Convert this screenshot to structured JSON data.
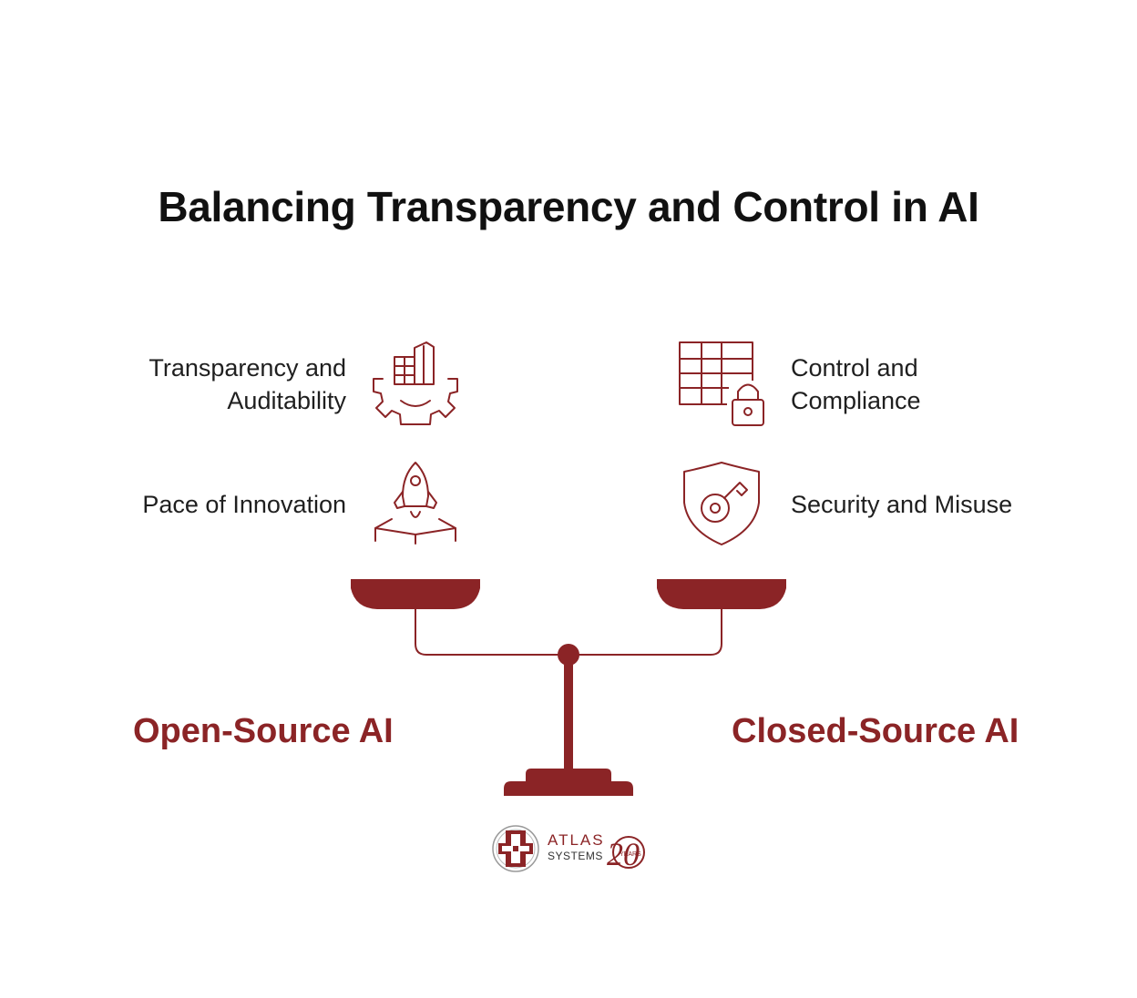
{
  "title": "Balancing Transparency and Control in AI",
  "colors": {
    "accent": "#8b2426",
    "text": "#1f1f1f",
    "title": "#111111"
  },
  "left": {
    "heading": "Open-Source AI",
    "items": [
      {
        "label_line1": "Transparency and",
        "label_line2": "Auditability",
        "icon": "building-gear-icon"
      },
      {
        "label_line1": "Pace of Innovation",
        "icon": "rocket-launch-icon"
      }
    ]
  },
  "right": {
    "heading": "Closed-Source AI",
    "items": [
      {
        "label_line1": "Control and",
        "label_line2": "Compliance",
        "icon": "table-lock-icon"
      },
      {
        "label_line1": "Security and Misuse",
        "icon": "shield-key-icon"
      }
    ]
  },
  "logo": {
    "name": "ATLAS",
    "sub": "SYSTEMS",
    "anniversary_years": "YEARS",
    "anniversary_number": "20"
  }
}
